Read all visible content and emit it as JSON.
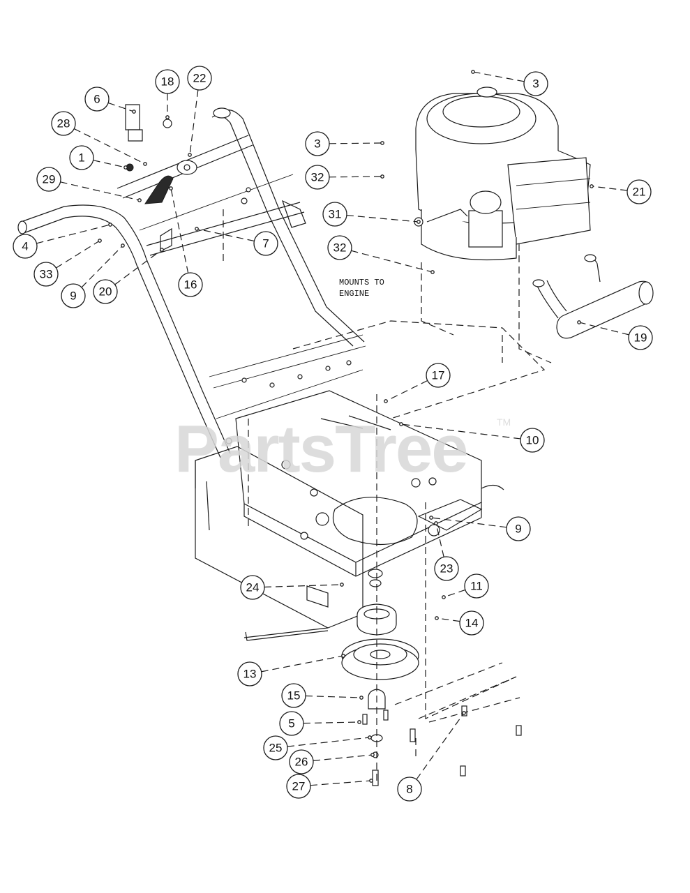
{
  "watermark": {
    "text": "PartsTree",
    "trademark": "TM"
  },
  "mount_note": {
    "line1": "MOUNTS TO",
    "line2": "ENGINE"
  },
  "callouts": [
    {
      "id": "c-3a",
      "label": "3",
      "target": [
        678,
        103
      ]
    },
    {
      "id": "c-18",
      "label": "18",
      "target": [
        240,
        168
      ]
    },
    {
      "id": "c-22",
      "label": "22",
      "target": [
        272,
        222
      ]
    },
    {
      "id": "c-6",
      "label": "6",
      "target": [
        192,
        160
      ]
    },
    {
      "id": "c-28",
      "label": "28",
      "target": [
        208,
        235
      ]
    },
    {
      "id": "c-1",
      "label": "1",
      "target": [
        180,
        240
      ]
    },
    {
      "id": "c-29",
      "label": "29",
      "target": [
        200,
        287
      ]
    },
    {
      "id": "c-4",
      "label": "4",
      "target": [
        158,
        322
      ]
    },
    {
      "id": "c-33",
      "label": "33",
      "target": [
        143,
        345
      ]
    },
    {
      "id": "c-9a",
      "label": "9",
      "target": [
        176,
        352
      ]
    },
    {
      "id": "c-20",
      "label": "20",
      "target": [
        232,
        358
      ]
    },
    {
      "id": "c-16",
      "label": "16",
      "target": [
        245,
        270
      ]
    },
    {
      "id": "c-7",
      "label": "7",
      "target": [
        282,
        328
      ]
    },
    {
      "id": "c-3b",
      "label": "3",
      "target": [
        548,
        205
      ]
    },
    {
      "id": "c-32a",
      "label": "32",
      "target": [
        548,
        253
      ]
    },
    {
      "id": "c-31",
      "label": "31",
      "target": [
        600,
        318
      ]
    },
    {
      "id": "c-32b",
      "label": "32",
      "target": [
        620,
        390
      ]
    },
    {
      "id": "c-21",
      "label": "21",
      "target": [
        848,
        267
      ]
    },
    {
      "id": "c-19",
      "label": "19",
      "target": [
        830,
        462
      ]
    },
    {
      "id": "c-17",
      "label": "17",
      "target": [
        553,
        575
      ]
    },
    {
      "id": "c-10",
      "label": "10",
      "target": [
        575,
        608
      ]
    },
    {
      "id": "c-9b",
      "label": "9",
      "target": [
        618,
        742
      ]
    },
    {
      "id": "c-23",
      "label": "23",
      "target": [
        625,
        750
      ]
    },
    {
      "id": "c-11",
      "label": "11",
      "target": [
        636,
        856
      ]
    },
    {
      "id": "c-24",
      "label": "24",
      "target": [
        490,
        838
      ]
    },
    {
      "id": "c-14",
      "label": "14",
      "target": [
        626,
        886
      ]
    },
    {
      "id": "c-13",
      "label": "13",
      "target": [
        492,
        940
      ]
    },
    {
      "id": "c-15",
      "label": "15",
      "target": [
        518,
        1000
      ]
    },
    {
      "id": "c-5",
      "label": "5",
      "target": [
        515,
        1035
      ]
    },
    {
      "id": "c-25",
      "label": "25",
      "target": [
        530,
        1057
      ]
    },
    {
      "id": "c-26",
      "label": "26",
      "target": [
        534,
        1082
      ]
    },
    {
      "id": "c-27",
      "label": "27",
      "target": [
        532,
        1119
      ]
    },
    {
      "id": "c-8",
      "label": "8",
      "target": [
        665,
        1022
      ]
    }
  ]
}
